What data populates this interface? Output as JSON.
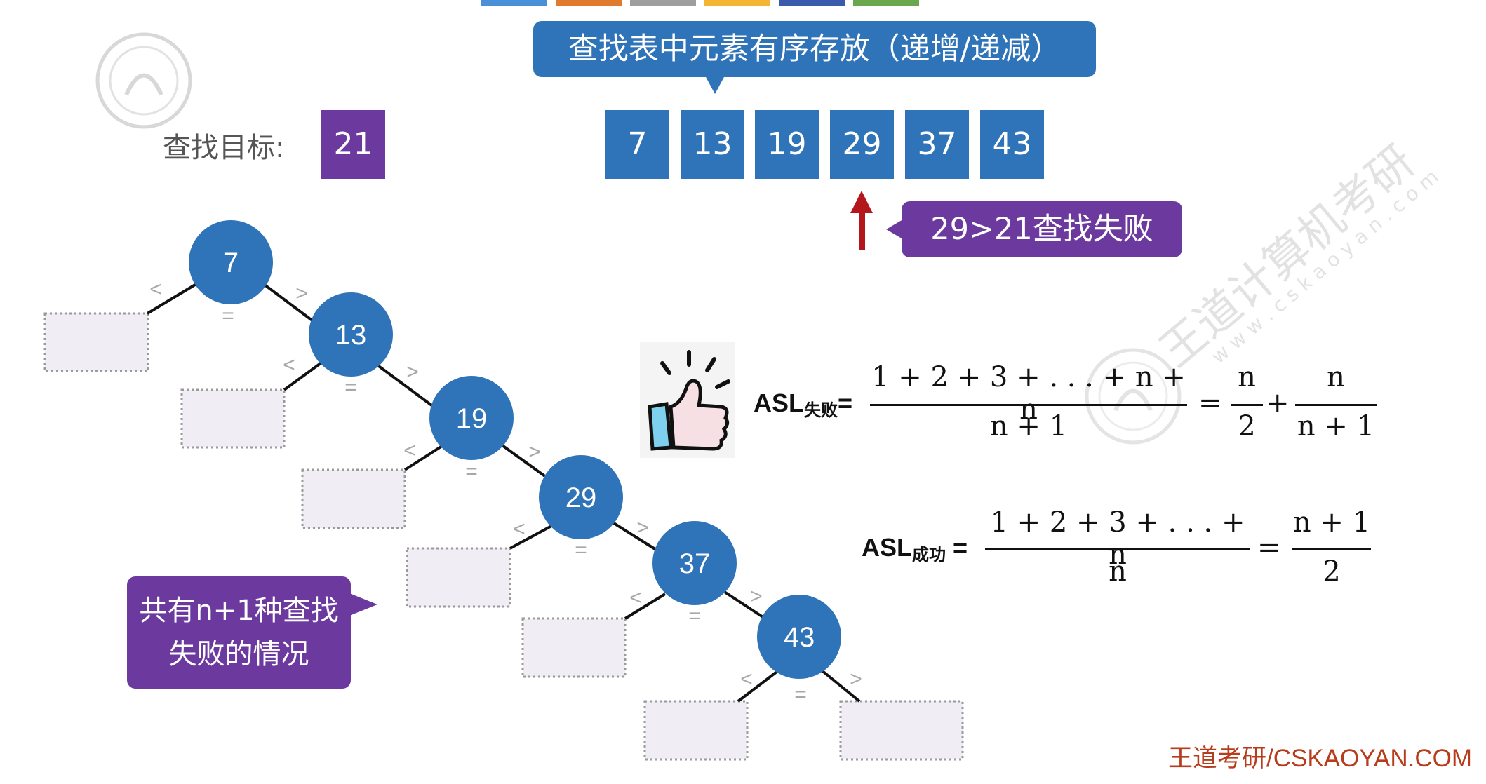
{
  "top_callout": "查找表中元素有序存放（递增/递减）",
  "target": {
    "label": "查找目标:",
    "value": "21"
  },
  "table": [
    "7",
    "13",
    "19",
    "29",
    "37",
    "43"
  ],
  "fail_callout": "29>21查找失败",
  "cases_callout": {
    "line1": "共有n+1种查找",
    "line2": "失败的情况"
  },
  "tree": {
    "nodes": [
      "7",
      "13",
      "19",
      "29",
      "37",
      "43"
    ],
    "lt": "<",
    "gt": ">",
    "eq": "="
  },
  "asl_fail": {
    "label": "ASL",
    "sub": "失败",
    "eq": "=",
    "num": "1 + 2 + 3 + . . . + n + n",
    "den": "n + 1",
    "r1_num": "n",
    "r1_den": "2",
    "plus": "+",
    "r2_num": "n",
    "r2_den": "n + 1"
  },
  "asl_success": {
    "label": "ASL",
    "sub": "成功",
    "eq": "=",
    "num": "1 + 2 + 3 + . . . + n",
    "den": "n",
    "r_num": "n + 1",
    "r_den": "2"
  },
  "footer": "王道考研/CSKAOYAN.COM",
  "watermark": {
    "brand": "王道计算机考研",
    "url": "w w w . c s k a o y a n . c o m"
  },
  "colors": {
    "blue": "#2f73b8",
    "purple": "#6c3a9e",
    "arrow": "#b3171b",
    "footer": "#b73c1c",
    "strip": [
      "#4a90d9",
      "#e07b2e",
      "#9e9e9e",
      "#f2b632",
      "#3a5bab",
      "#6aa84f"
    ]
  },
  "icons": [
    "thumbs-up-icon",
    "up-arrow-icon",
    "logo-seal-icon"
  ]
}
